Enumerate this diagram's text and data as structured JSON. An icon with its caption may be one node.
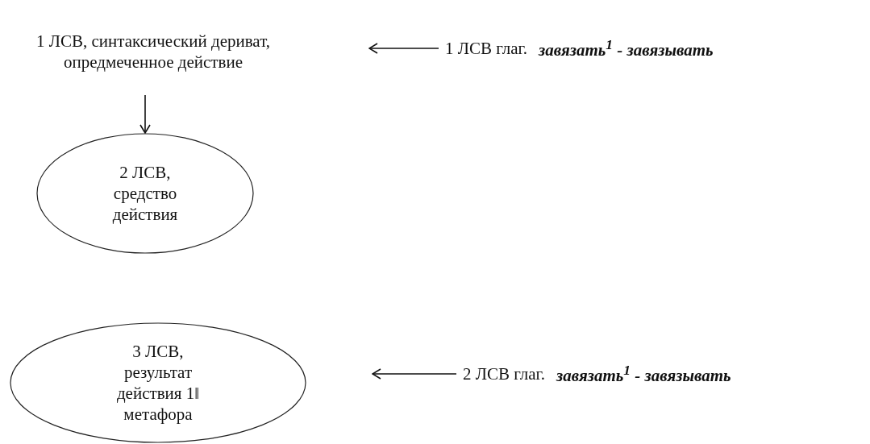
{
  "diagram": {
    "nodes": [
      {
        "text": [
          "1 ЛСВ, синтаксический дериват, опредмеченное действие"
        ]
      },
      {
        "text": [
          "2 ЛСВ, средство действия"
        ]
      },
      {
        "text": [
          "3 ЛСВ, результат действия 1‖ метафора"
        ]
      },
      {
        "text": [
          "1 ЛСВ глаг.",
          "завязать$^{1}$ - завязывать"
        ]
      },
      {
        "text": [
          "2 ЛСВ глаг.",
          "завязать$^{1}$ - завязывать"
        ]
      }
    ],
    "edges": [
      {
        "from": 0,
        "to": 1,
        "arrow": "to"
      },
      {
        "from": 3,
        "to": null,
        "arrow": "to"
      },
      {
        "from": 4,
        "to": null,
        "arrow": "to"
      }
    ]
  }
}
